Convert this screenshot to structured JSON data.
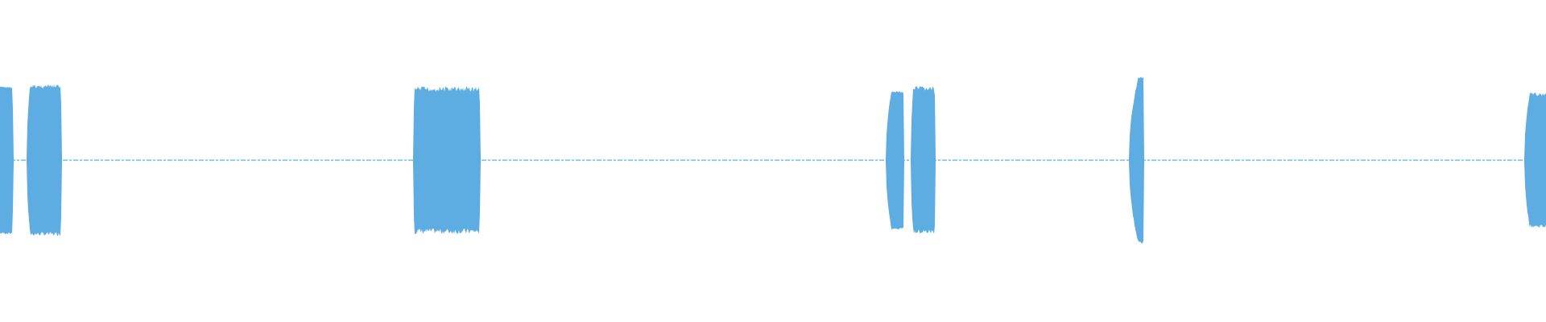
{
  "waveform": {
    "color": "#5dade2",
    "background": "#ffffff",
    "clips": [
      {
        "start": 0.0,
        "end": 0.009,
        "amplitude": 0.46,
        "fade_in": 0.0,
        "fade_out": 0.12,
        "jitter": 0.03
      },
      {
        "start": 0.017,
        "end": 0.04,
        "amplitude": 0.47,
        "fade_in": 0.1,
        "fade_out": 0.04,
        "jitter": 0.05
      },
      {
        "start": 0.267,
        "end": 0.311,
        "amplitude": 0.46,
        "fade_in": 0.02,
        "fade_out": 0.02,
        "jitter": 0.08
      },
      {
        "start": 0.573,
        "end": 0.585,
        "amplitude": 0.43,
        "fade_in": 0.3,
        "fade_out": 0.02,
        "jitter": 0.03
      },
      {
        "start": 0.589,
        "end": 0.605,
        "amplitude": 0.46,
        "fade_in": 0.1,
        "fade_out": 0.04,
        "jitter": 0.07
      },
      {
        "start": 0.73,
        "end": 0.74,
        "amplitude": 0.52,
        "fade_in": 0.6,
        "fade_out": 0.05,
        "jitter": 0.04
      },
      {
        "start": 0.986,
        "end": 1.0,
        "amplitude": 0.42,
        "fade_in": 0.25,
        "fade_out": 0.0,
        "jitter": 0.05
      }
    ],
    "silence_amplitude": 0.01
  }
}
